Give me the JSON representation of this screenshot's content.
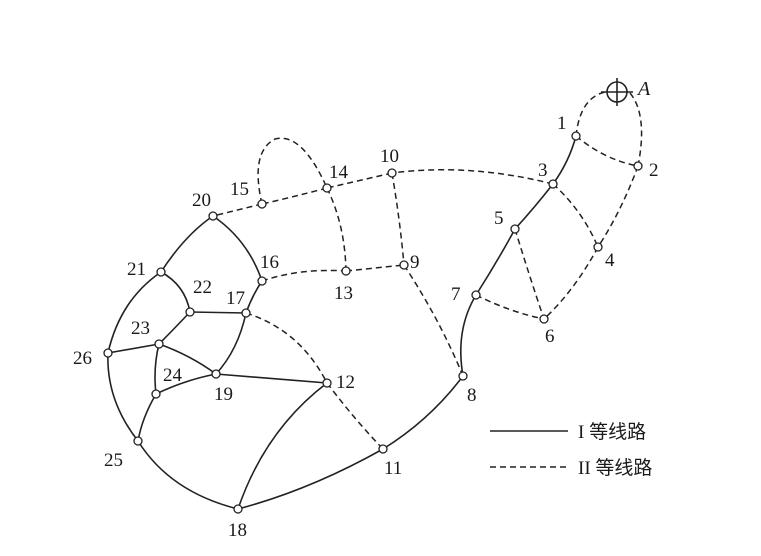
{
  "diagram": {
    "point_a_label": "A",
    "node_labels": [
      "1",
      "2",
      "3",
      "4",
      "5",
      "6",
      "7",
      "8",
      "9",
      "10",
      "11",
      "12",
      "13",
      "14",
      "15",
      "16",
      "17",
      "18",
      "19",
      "20",
      "21",
      "22",
      "23",
      "24",
      "25",
      "26"
    ],
    "legend": [
      {
        "style": "solid",
        "label": "I 等线路"
      },
      {
        "style": "dashed",
        "label": "II 等线路"
      }
    ]
  }
}
